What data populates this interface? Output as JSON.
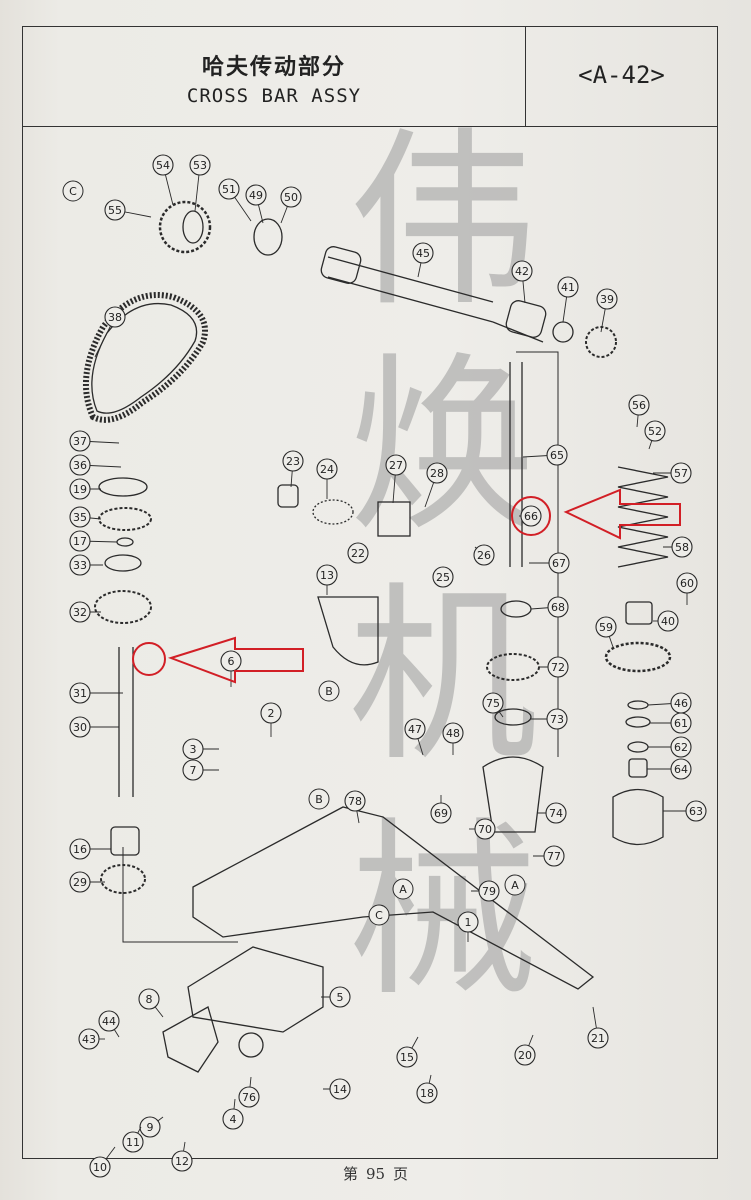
{
  "header": {
    "title_cn": "哈夫传动部分",
    "title_en": "CROSS BAR ASSY",
    "page_code": "<A-42>"
  },
  "watermark": [
    "伟",
    "焕",
    "机",
    "械"
  ],
  "callouts": [
    {
      "id": "c54",
      "label": "54"
    },
    {
      "id": "c53",
      "label": "53"
    },
    {
      "id": "c55",
      "label": "55"
    },
    {
      "id": "c51",
      "label": "51"
    },
    {
      "id": "c49",
      "label": "49"
    },
    {
      "id": "c50",
      "label": "50"
    },
    {
      "id": "c45",
      "label": "45"
    },
    {
      "id": "c42",
      "label": "42"
    },
    {
      "id": "c41",
      "label": "41"
    },
    {
      "id": "c39",
      "label": "39"
    },
    {
      "id": "c38",
      "label": "38"
    },
    {
      "id": "c37",
      "label": "37"
    },
    {
      "id": "c36",
      "label": "36"
    },
    {
      "id": "c19",
      "label": "19"
    },
    {
      "id": "c35",
      "label": "35"
    },
    {
      "id": "c17",
      "label": "17"
    },
    {
      "id": "c33",
      "label": "33"
    },
    {
      "id": "c32",
      "label": "32"
    },
    {
      "id": "c31",
      "label": "31"
    },
    {
      "id": "c30",
      "label": "30"
    },
    {
      "id": "c16",
      "label": "16"
    },
    {
      "id": "c29",
      "label": "29"
    },
    {
      "id": "c23",
      "label": "23"
    },
    {
      "id": "c24",
      "label": "24"
    },
    {
      "id": "c27",
      "label": "27"
    },
    {
      "id": "c28",
      "label": "28"
    },
    {
      "id": "c22",
      "label": "22"
    },
    {
      "id": "c26",
      "label": "26"
    },
    {
      "id": "c25",
      "label": "25"
    },
    {
      "id": "c13",
      "label": "13"
    },
    {
      "id": "c65",
      "label": "65"
    },
    {
      "id": "c66",
      "label": "66"
    },
    {
      "id": "c67",
      "label": "67"
    },
    {
      "id": "c68",
      "label": "68"
    },
    {
      "id": "c72",
      "label": "72"
    },
    {
      "id": "c75",
      "label": "75"
    },
    {
      "id": "c73",
      "label": "73"
    },
    {
      "id": "c74",
      "label": "74"
    },
    {
      "id": "c77",
      "label": "77"
    },
    {
      "id": "c56",
      "label": "56"
    },
    {
      "id": "c52",
      "label": "52"
    },
    {
      "id": "c57",
      "label": "57"
    },
    {
      "id": "c58",
      "label": "58"
    },
    {
      "id": "c60",
      "label": "60"
    },
    {
      "id": "c40",
      "label": "40"
    },
    {
      "id": "c59",
      "label": "59"
    },
    {
      "id": "c46",
      "label": "46"
    },
    {
      "id": "c61",
      "label": "61"
    },
    {
      "id": "c62",
      "label": "62"
    },
    {
      "id": "c64",
      "label": "64"
    },
    {
      "id": "c63",
      "label": "63"
    },
    {
      "id": "c6",
      "label": "6"
    },
    {
      "id": "c2",
      "label": "2"
    },
    {
      "id": "c3",
      "label": "3"
    },
    {
      "id": "c7",
      "label": "7"
    },
    {
      "id": "c47",
      "label": "47"
    },
    {
      "id": "c48",
      "label": "48"
    },
    {
      "id": "c69",
      "label": "69"
    },
    {
      "id": "c70",
      "label": "70"
    },
    {
      "id": "c78",
      "label": "78"
    },
    {
      "id": "c79",
      "label": "79"
    },
    {
      "id": "c1",
      "label": "1"
    },
    {
      "id": "c5",
      "label": "5"
    },
    {
      "id": "c8",
      "label": "8"
    },
    {
      "id": "c44",
      "label": "44"
    },
    {
      "id": "c43",
      "label": "43"
    },
    {
      "id": "c76",
      "label": "76"
    },
    {
      "id": "c14",
      "label": "14"
    },
    {
      "id": "c4",
      "label": "4"
    },
    {
      "id": "c9",
      "label": "9"
    },
    {
      "id": "c11",
      "label": "11"
    },
    {
      "id": "c10",
      "label": "10"
    },
    {
      "id": "c12",
      "label": "12"
    },
    {
      "id": "c15",
      "label": "15"
    },
    {
      "id": "c18",
      "label": "18"
    },
    {
      "id": "c20",
      "label": "20"
    },
    {
      "id": "c21",
      "label": "21"
    }
  ],
  "refs": [
    {
      "id": "refC1",
      "label": "C"
    },
    {
      "id": "refB1",
      "label": "B"
    },
    {
      "id": "refB2",
      "label": "B"
    },
    {
      "id": "refA1",
      "label": "A"
    },
    {
      "id": "refA2",
      "label": "A"
    },
    {
      "id": "refC2",
      "label": "C"
    }
  ],
  "footer": {
    "prefix": "第",
    "number": "95",
    "suffix": "页"
  },
  "colors": {
    "line": "#2b2b2b",
    "highlight": "#d21f26",
    "watermark": "#9a9a9a"
  }
}
